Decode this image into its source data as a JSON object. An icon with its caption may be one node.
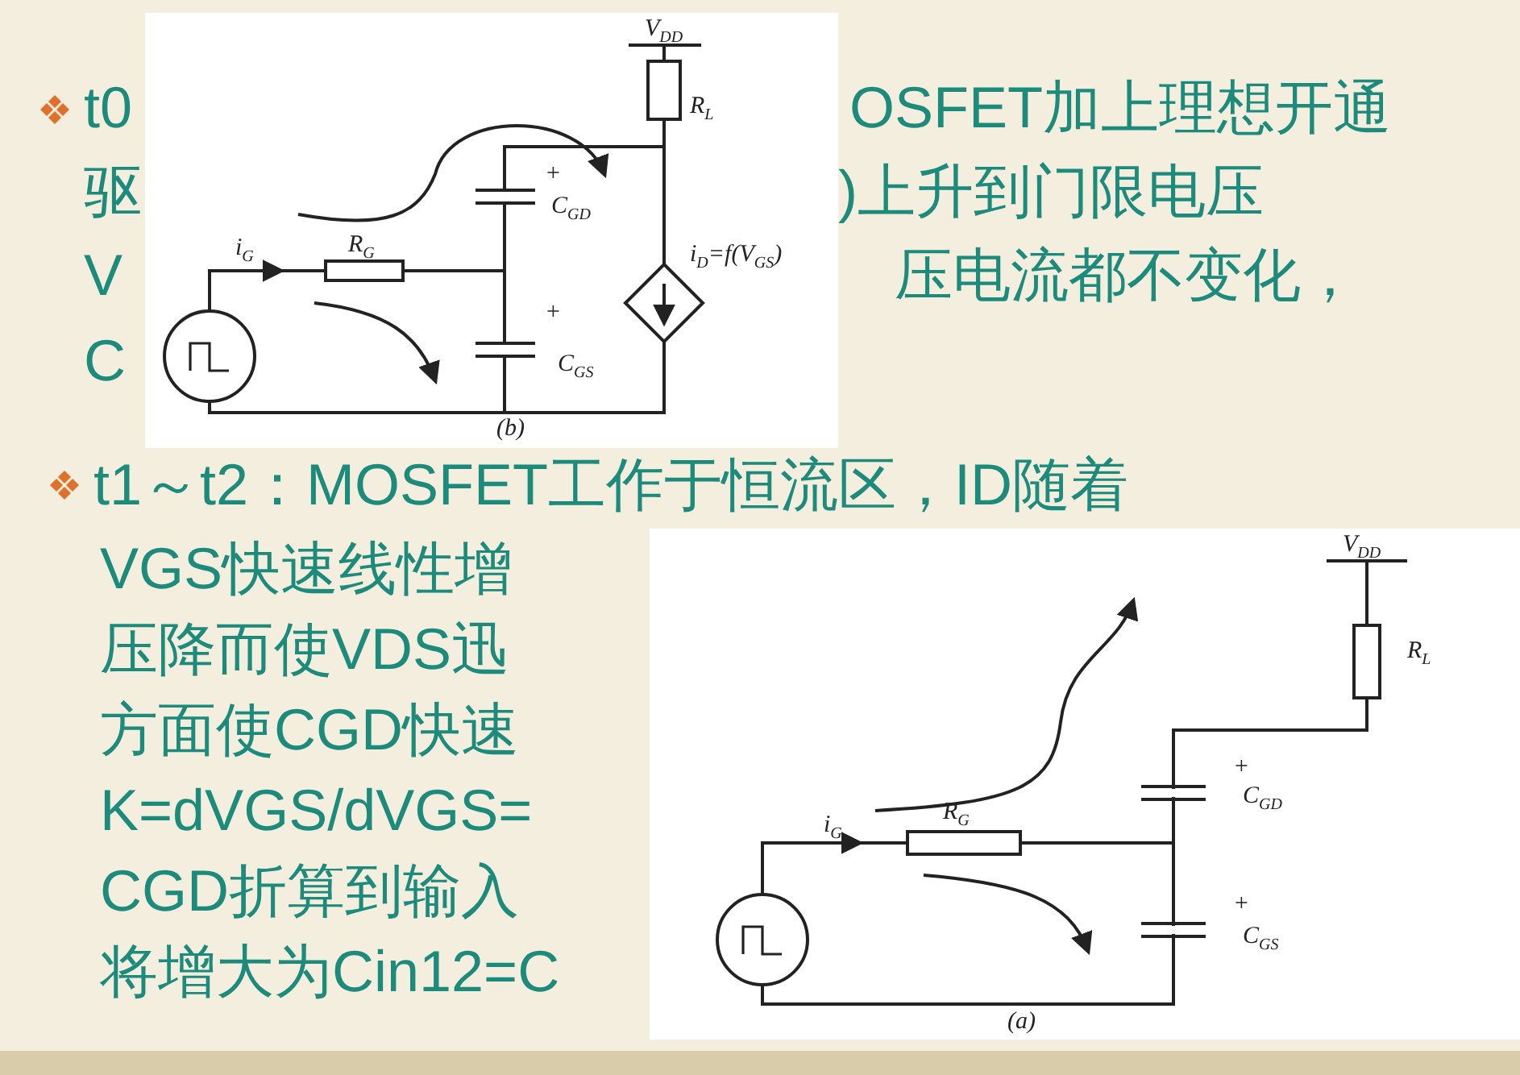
{
  "diagram": {
    "labels": [
      "t0",
      "OSFET加上理想开通",
      "驱",
      ")上升到门限电压",
      "V",
      "压电流都不变化，",
      "C",
      "V$_{DD}$",
      "R$_{L}$",
      "+",
      "C$_{GD}$",
      "i$_{D}$=*f*(V$_{GS}$)",
      "i$_{G}$",
      "R$_{G}$",
      "+",
      "C$_{GS}$",
      "(b)",
      "t1～t2：MOSFET工作于恒流区，ID随着",
      "VGS快速线性增",
      "压降而使VDS迅",
      "方面使CGD快速",
      "K=dVGS/dVGS=",
      "CGD折算到输入",
      "将增大为Cin12=C",
      "V$_{DD}$",
      "R$_{L}$",
      "+",
      "C$_{GD}$",
      "i$_{G}$",
      "R$_{G}$",
      "+",
      "C$_{GS}$",
      "(a)"
    ]
  }
}
